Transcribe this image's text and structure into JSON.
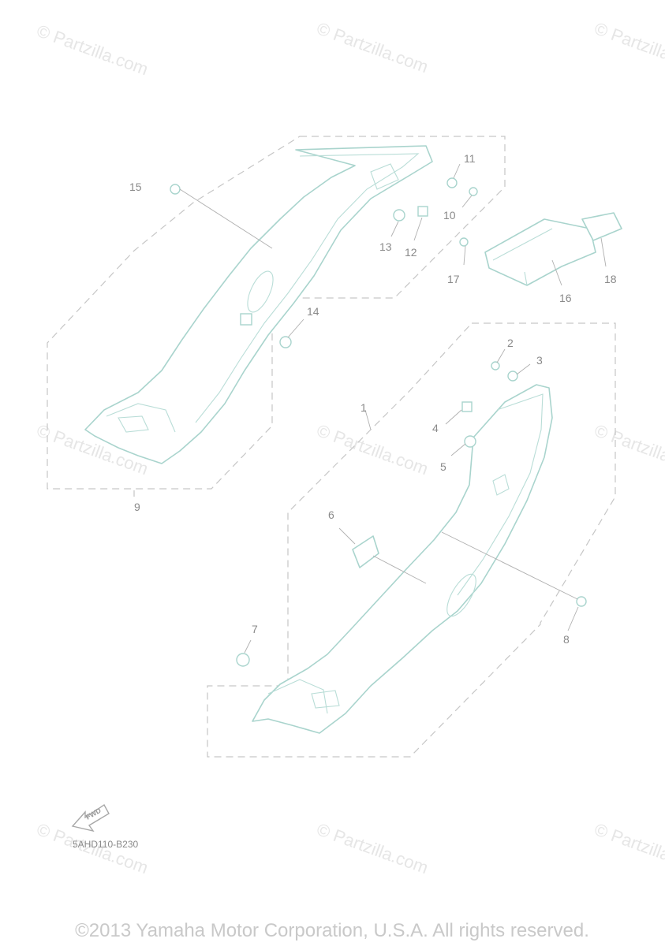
{
  "watermarks": [
    {
      "text": "© Partzilla.com"
    },
    {
      "text": "© Partzilla.com"
    },
    {
      "text": "© Partzilla.com"
    },
    {
      "text": "© Partzilla.com"
    },
    {
      "text": "© Partzilla.com"
    },
    {
      "text": "© Partzilla.com"
    },
    {
      "text": "© Partzilla.com"
    },
    {
      "text": "© Partzilla.com"
    },
    {
      "text": "© Partzilla.com"
    }
  ],
  "callouts": [
    "1",
    "2",
    "3",
    "4",
    "5",
    "6",
    "7",
    "8",
    "9",
    "10",
    "11",
    "12",
    "13",
    "14",
    "15",
    "16",
    "17",
    "18"
  ],
  "drawing_code": "5AHD110-B230",
  "fwd_label": "FWD",
  "copyright": "©2013 Yamaha Motor Corporation, U.S.A. All rights reserved."
}
